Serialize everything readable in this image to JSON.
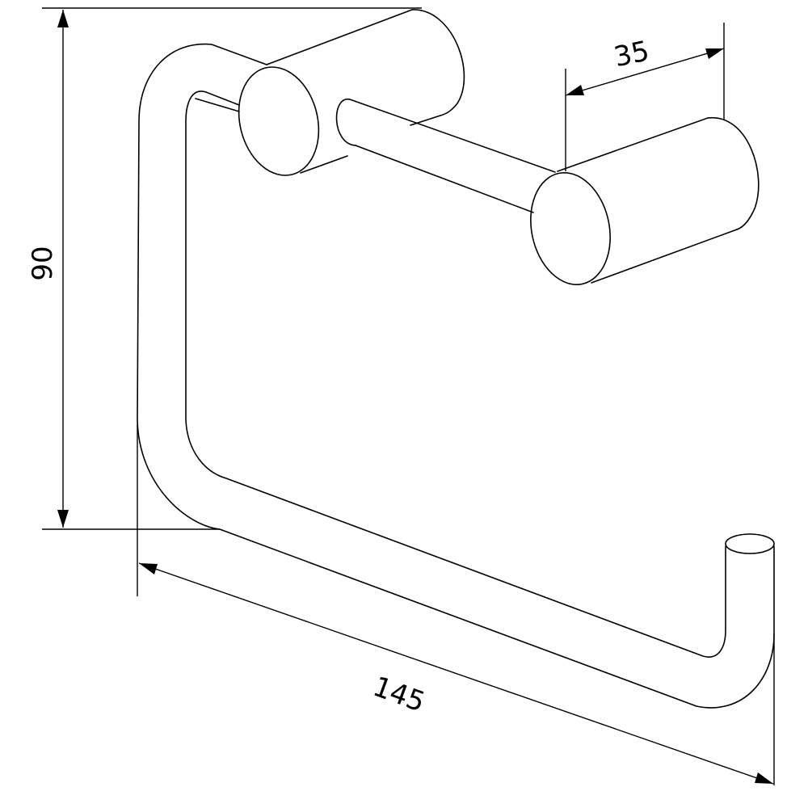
{
  "dimensions": {
    "height": "90",
    "depth": "35",
    "width": "145"
  },
  "colors": {
    "line": "#000000",
    "background": "#ffffff"
  }
}
